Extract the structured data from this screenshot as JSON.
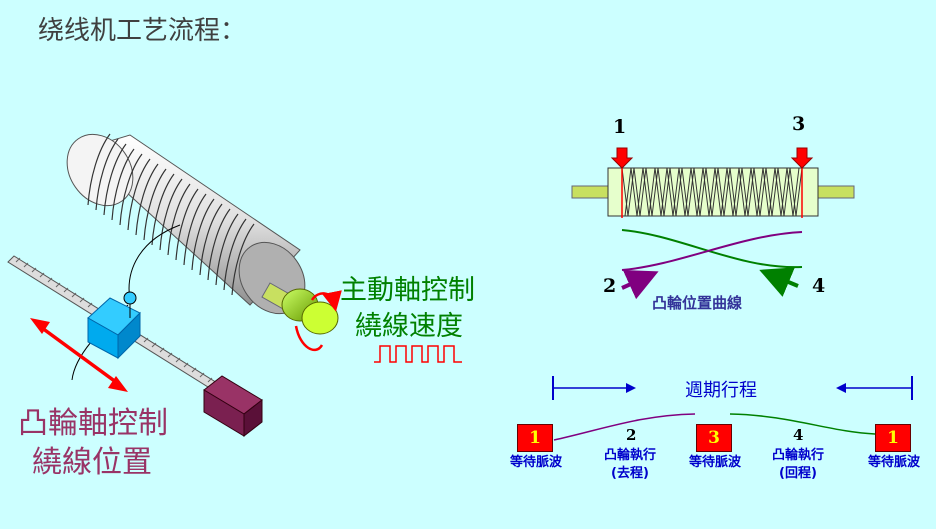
{
  "title": "绕线机工艺流程：",
  "drive_label": {
    "line1": "主動軸控制",
    "line2": "繞線速度"
  },
  "cam_label": {
    "line1": "凸輪軸控制",
    "line2": "繞線位置"
  },
  "coil": {
    "marker_left": "1",
    "marker_right": "3",
    "arrow_left": "2",
    "arrow_right": "4",
    "caption": "凸輪位置曲線"
  },
  "cycle": {
    "label": "週期行程",
    "steps": [
      {
        "marker": "1",
        "caption": "等待脈波"
      },
      {
        "number": "2",
        "caption": "凸輪執行",
        "sub": "(去程)"
      },
      {
        "marker": "3",
        "caption": "等待脈波"
      },
      {
        "number": "4",
        "caption": "凸輪執行",
        "sub": "(回程)"
      },
      {
        "marker": "1",
        "caption": "等待脈波"
      }
    ]
  },
  "colors": {
    "background": "#ccffff",
    "green": "#008000",
    "purple": "#993366",
    "red": "#ff0000",
    "blue": "#0000cc"
  }
}
